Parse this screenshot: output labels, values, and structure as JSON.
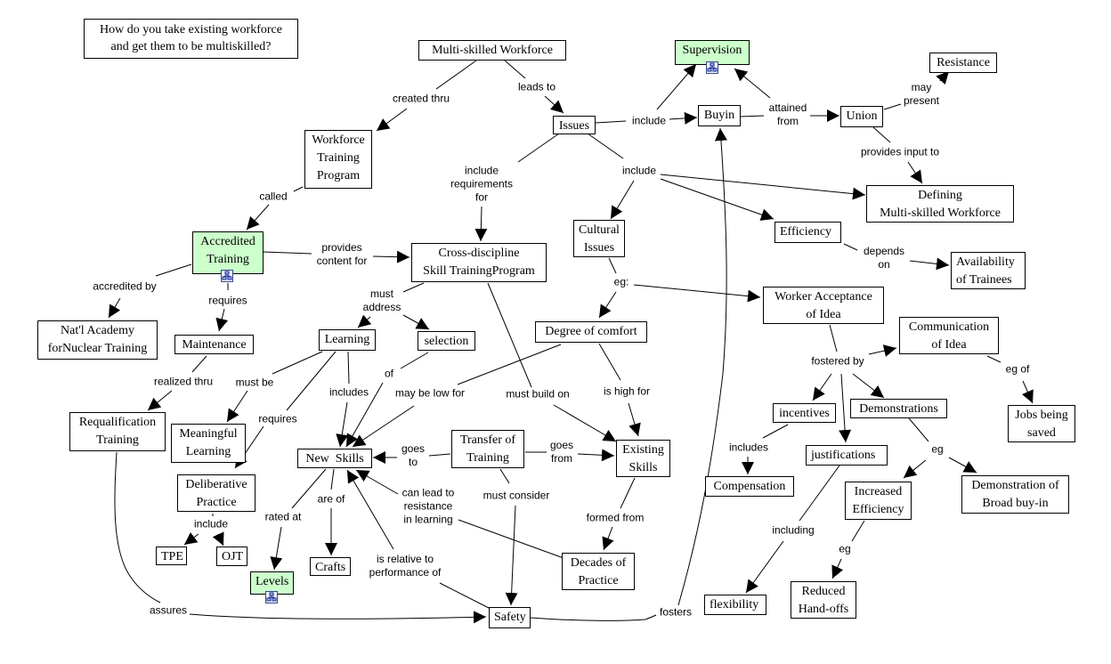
{
  "concept_map": {
    "question": "How do you take existing workforce\nand get them to be multiskilled?",
    "nodes": {
      "multi_skilled_workforce": "Multi-skilled Workforce",
      "supervision": "Supervision",
      "resistance": "Resistance",
      "workforce_training_program": "Workforce\nTraining\nProgram",
      "issues": "Issues",
      "buyin": "Buyin",
      "union": "Union",
      "defining_msw": "Defining\nMulti-skilled Workforce",
      "accredited_training": "Accredited\nTraining",
      "cross_discipline": "Cross-discipline\nSkill TrainingProgram",
      "cultural_issues": "Cultural\nIssues",
      "efficiency": "Efficiency",
      "availability": "Availability\nof Trainees",
      "nat_academy": "Nat'l Academy\nforNuclear Training",
      "maintenance": "Maintenance",
      "learning": "Learning",
      "selection": "selection",
      "degree_of_comfort": "Degree of comfort",
      "worker_acceptance": "Worker Acceptance\nof Idea",
      "communication": "Communication\nof Idea",
      "requalification": "Requalification\nTraining",
      "meaningful_learning": "Meaningful\nLearning",
      "new_skills": "New  Skills",
      "transfer_of_training": "Transfer of\nTraining",
      "existing_skills": "Existing\nSkills",
      "incentives": "incentives",
      "demonstrations": "Demonstrations",
      "jobs_being_saved": "Jobs being\nsaved",
      "deliberative_practice": "Deliberative\nPractice",
      "justifications": "justifications",
      "compensation": "Compensation",
      "increased_efficiency": "Increased\nEfficiency",
      "demonstration_broad": "Demonstration of\nBroad buy-in",
      "tpe": "TPE",
      "ojt": "OJT",
      "crafts": "Crafts",
      "levels": "Levels",
      "decades_of_practice": "Decades of\nPractice",
      "safety": "Safety",
      "flexibility": "flexibility",
      "reduced_handoffs": "Reduced\nHand-offs"
    },
    "linking_phrases": {
      "created_thru": "created thru",
      "leads_to": "leads to",
      "include_buyin": "include",
      "attained_from": "attained\nfrom",
      "may_present": "may\npresent",
      "provides_input_to": "provides input to",
      "called": "called",
      "include_requirements_for": "include\nrequirements\nfor",
      "include_issues": "include",
      "provides_content_for": "provides\ncontent for",
      "depends_on": "depends\non",
      "accredited_by": "accredited by",
      "requires_maint": "requires",
      "must_address": "must\naddress",
      "eg_colon": "eg:",
      "fostered_by": "fostered by",
      "realized_thru": "realized thru",
      "must_be": "must be",
      "includes_learning": "includes",
      "requires_learning": "requires",
      "of": "of",
      "may_be_low_for": "may be low for",
      "must_build_on": "must build on",
      "is_high_for": "is high for",
      "eg_of": "eg of",
      "goes_to": "goes\nto",
      "goes_from": "goes\nfrom",
      "includes_incentives": "includes",
      "eg_demo": "eg",
      "include_dp": "include",
      "rated_at": "rated at",
      "are_of": "are of",
      "can_lead_to": "can lead to\nresistance\nin learning",
      "must_consider": "must consider",
      "formed_from": "formed from",
      "including": "including",
      "eg_ie": "eg",
      "is_relative_to": "is relative to\nperformance of",
      "assures": "assures",
      "fosters": "fosters"
    },
    "colors": {
      "node_fill": "#ffffff",
      "highlight_fill": "#ccffcc",
      "line": "#000000"
    }
  }
}
